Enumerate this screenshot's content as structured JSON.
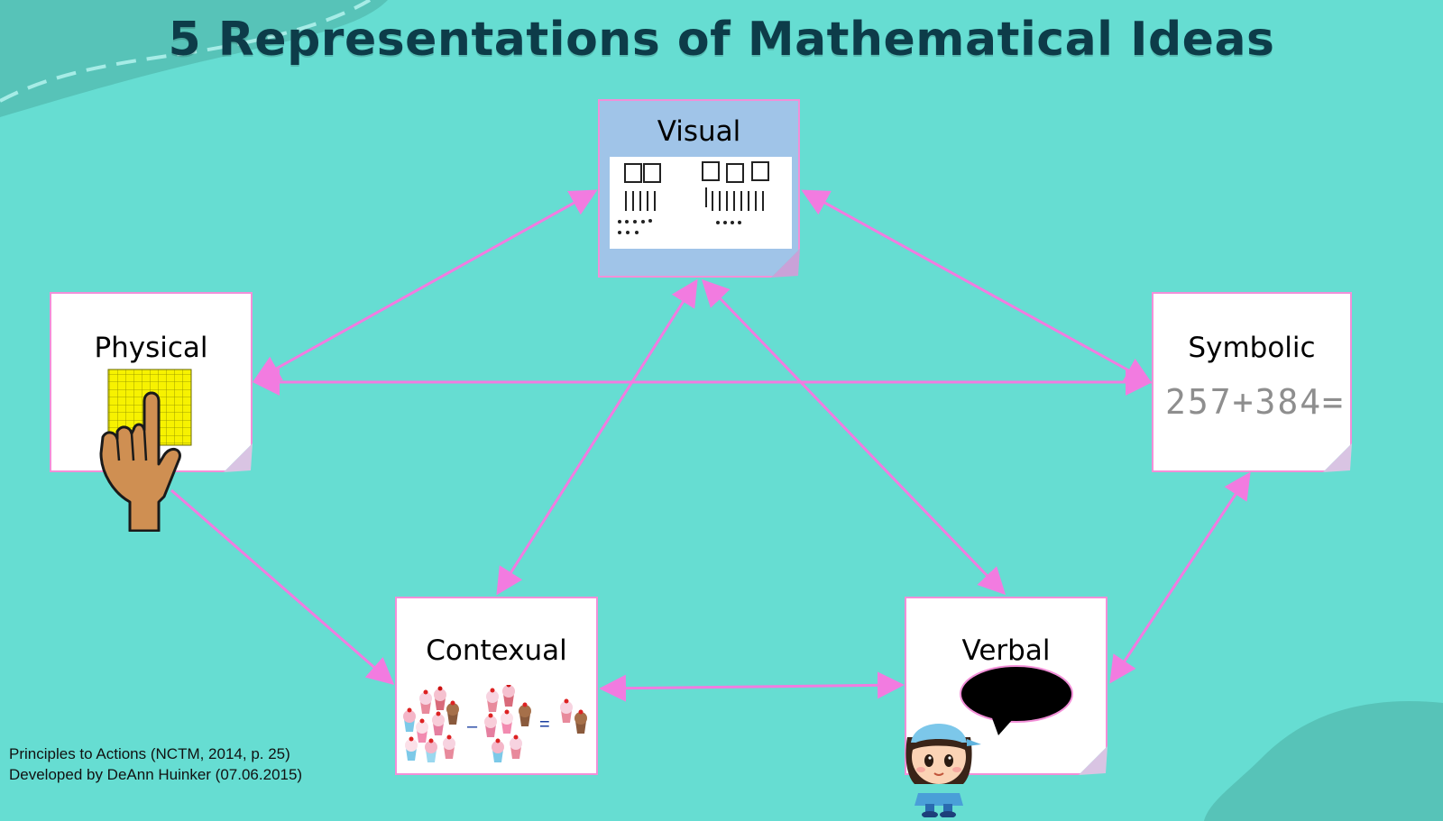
{
  "title": "5 Representations of Mathematical Ideas",
  "nodes": {
    "visual": "Visual",
    "physical": "Physical",
    "symbolic": "Symbolic",
    "contextual": "Contexual",
    "verbal": "Verbal"
  },
  "symbolic_expression": "257+384=",
  "contextual_operators": {
    "minus": "–",
    "equals": "="
  },
  "credits": {
    "line1": "Principles to Actions (NCTM, 2014, p. 25)",
    "line2": "Developed by DeAnn Huinker (07.06.2015)"
  },
  "colors": {
    "background": "#66ddd2",
    "arrow": "#f27be0",
    "card_border": "#f28fd8",
    "visual_card": "#a0c4e8",
    "title": "#0d3c49"
  },
  "edges": [
    {
      "from": "visual",
      "to": "physical"
    },
    {
      "from": "visual",
      "to": "symbolic"
    },
    {
      "from": "visual",
      "to": "contextual"
    },
    {
      "from": "visual",
      "to": "verbal"
    },
    {
      "from": "physical",
      "to": "symbolic"
    },
    {
      "from": "physical",
      "to": "contextual"
    },
    {
      "from": "contextual",
      "to": "verbal"
    },
    {
      "from": "symbolic",
      "to": "verbal"
    }
  ]
}
